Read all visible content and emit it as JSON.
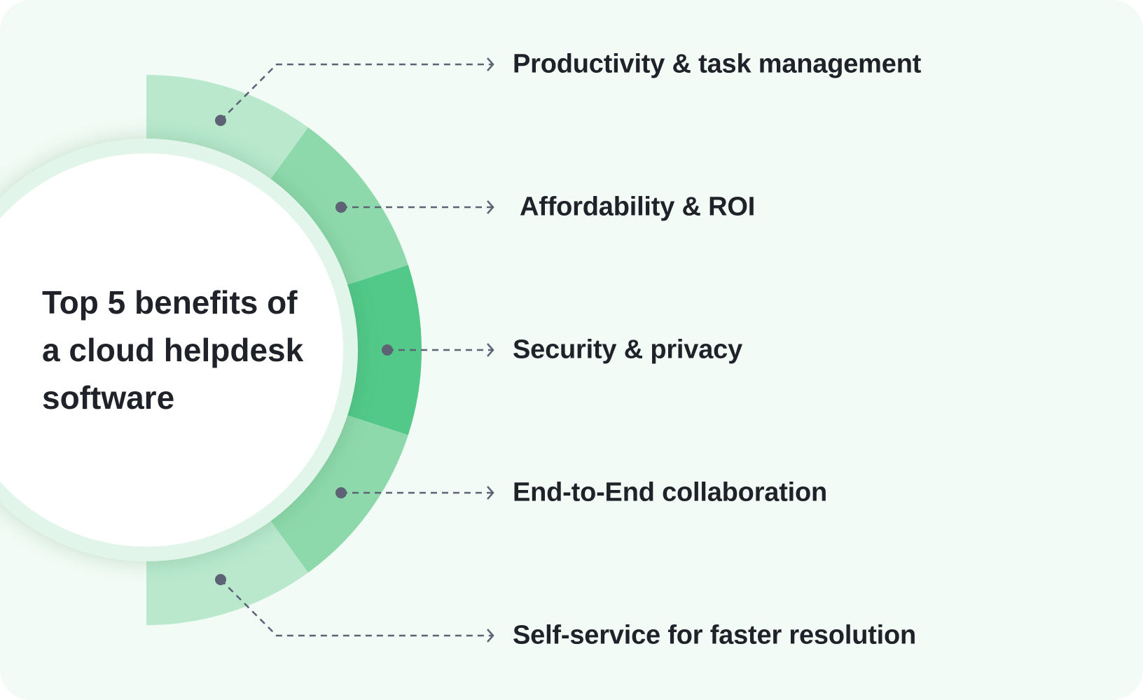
{
  "title": {
    "lines": [
      "Top 5 benefits of",
      "a cloud helpdesk",
      "software"
    ]
  },
  "benefits": [
    {
      "label": "Productivity & task management"
    },
    {
      "label": "Affordability & ROI"
    },
    {
      "label": "Security & privacy"
    },
    {
      "label": "End-to-End collaboration"
    },
    {
      "label": "Self-service for faster resolution"
    }
  ],
  "colors": {
    "background": "#f2fbf5",
    "segments": [
      "#b9e8cd",
      "#8ed9ab",
      "#52c988",
      "#8ed9ab",
      "#b9e8cd"
    ],
    "inner_ring": "#e2f5ea",
    "dot": "#5d6274",
    "text": "#1f2229"
  }
}
